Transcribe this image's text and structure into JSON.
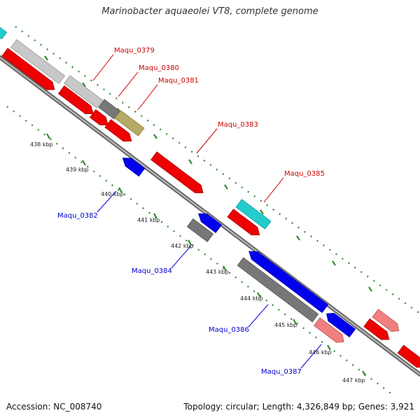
{
  "title": "Marinobacter aquaeolei VT8, complete genome",
  "footer": {
    "accession": "Accession: NC_008740",
    "summary": "Topology: circular; Length: 4,326,849 bp; Genes: 3,921"
  },
  "colors": {
    "forward_label": "#cc0000",
    "reverse_label": "#0000cc",
    "tick": "#338833",
    "backbone": "#777777"
  },
  "ticks": [
    "438 kbp",
    "439 kbp",
    "440 kbp",
    "441 kbp",
    "442 kbp",
    "443 kbp",
    "444 kbp",
    "445 kbp",
    "446 kbp",
    "447 kbp"
  ],
  "gene_labels": [
    {
      "text": "Maqu_0379",
      "strand": "forward"
    },
    {
      "text": "Maqu_0380",
      "strand": "forward"
    },
    {
      "text": "Maqu_0381",
      "strand": "forward"
    },
    {
      "text": "Maqu_0383",
      "strand": "forward"
    },
    {
      "text": "Maqu_0385",
      "strand": "forward"
    },
    {
      "text": "Maqu_0382",
      "strand": "reverse"
    },
    {
      "text": "Maqu_0384",
      "strand": "reverse"
    },
    {
      "text": "Maqu_0386",
      "strand": "reverse"
    },
    {
      "text": "Maqu_0387",
      "strand": "reverse"
    }
  ]
}
